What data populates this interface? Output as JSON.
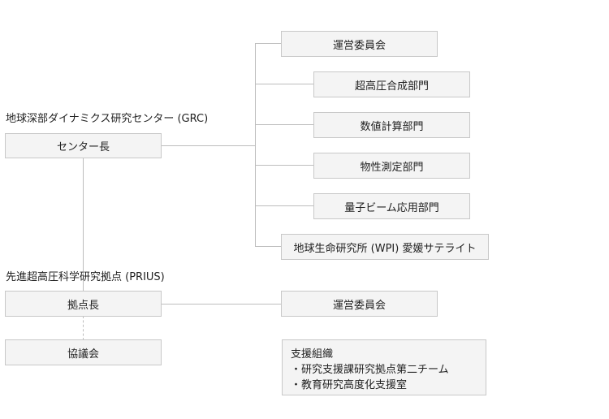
{
  "grc": {
    "heading": "地球深部ダイナミクス研究センター (GRC)",
    "director": "センター長",
    "committee": "運営委員会",
    "divisions": [
      "超高圧合成部門",
      "数値計算部門",
      "物性測定部門",
      "量子ビーム応用部門"
    ],
    "satellite": "地球生命研究所 (WPI) 愛媛サテライト"
  },
  "prius": {
    "heading": "先進超高圧科学研究拠点 (PRIUS)",
    "director": "拠点長",
    "committee": "運営委員会",
    "council": "協議会",
    "support": {
      "title": "支援組織",
      "items": [
        "・研究支援課研究拠点第二チーム",
        "・教育研究高度化支援室"
      ]
    }
  }
}
